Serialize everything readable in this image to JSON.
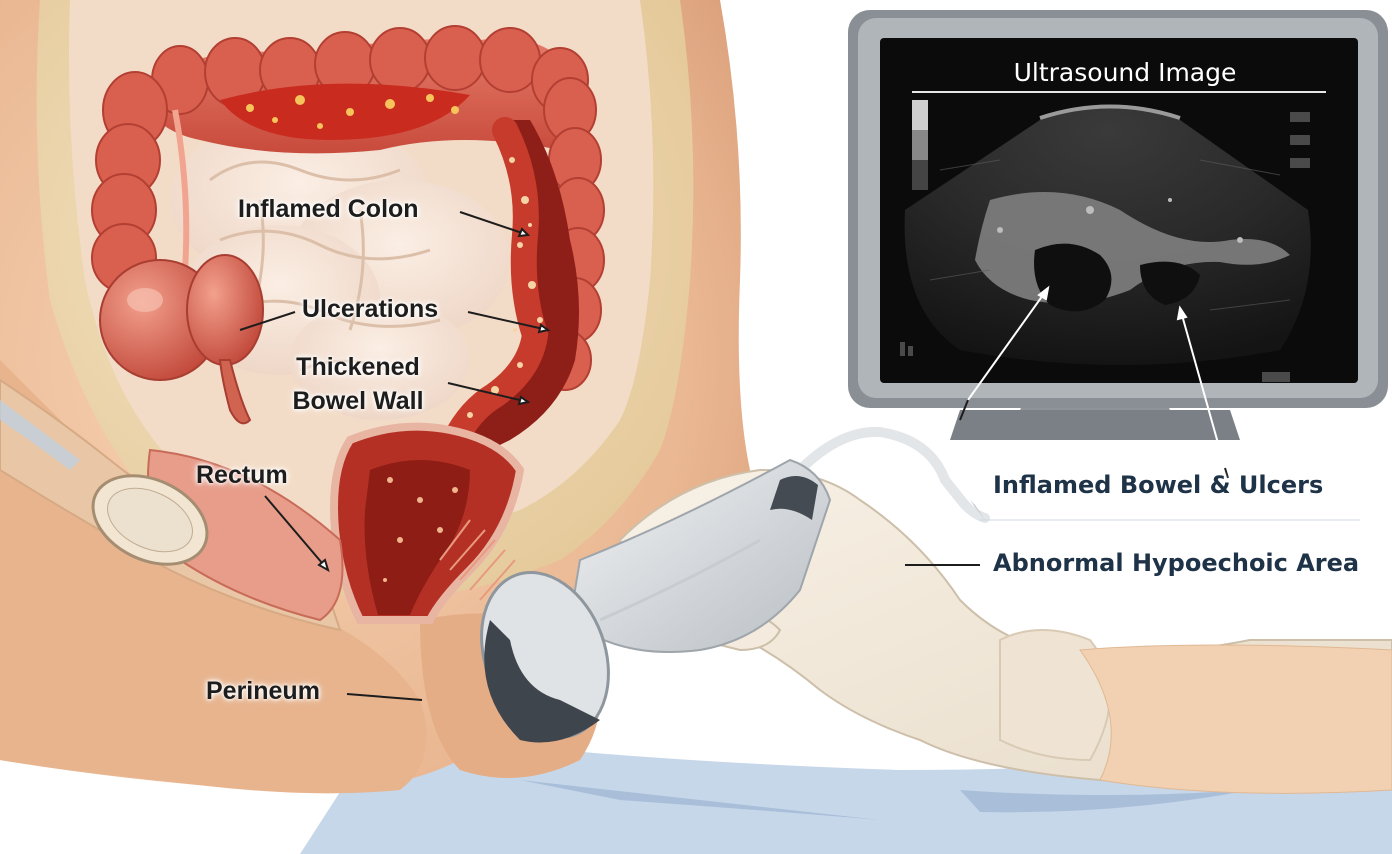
{
  "monitor": {
    "title": "Ultrasound Image"
  },
  "labels": {
    "inflamed_colon": "Inflamed Colon",
    "ulcerations": "Ulcerations",
    "thickened_bowel_wall_line1": "Thickened",
    "thickened_bowel_wall_line2": "Bowel Wall",
    "rectum": "Rectum",
    "perineum": "Perineum",
    "inflamed_bowel_ulcers": "Inflamed Bowel & Ulcers",
    "abnormal_hypoechoic_area": "Abnormal Hypoechoic Area"
  }
}
